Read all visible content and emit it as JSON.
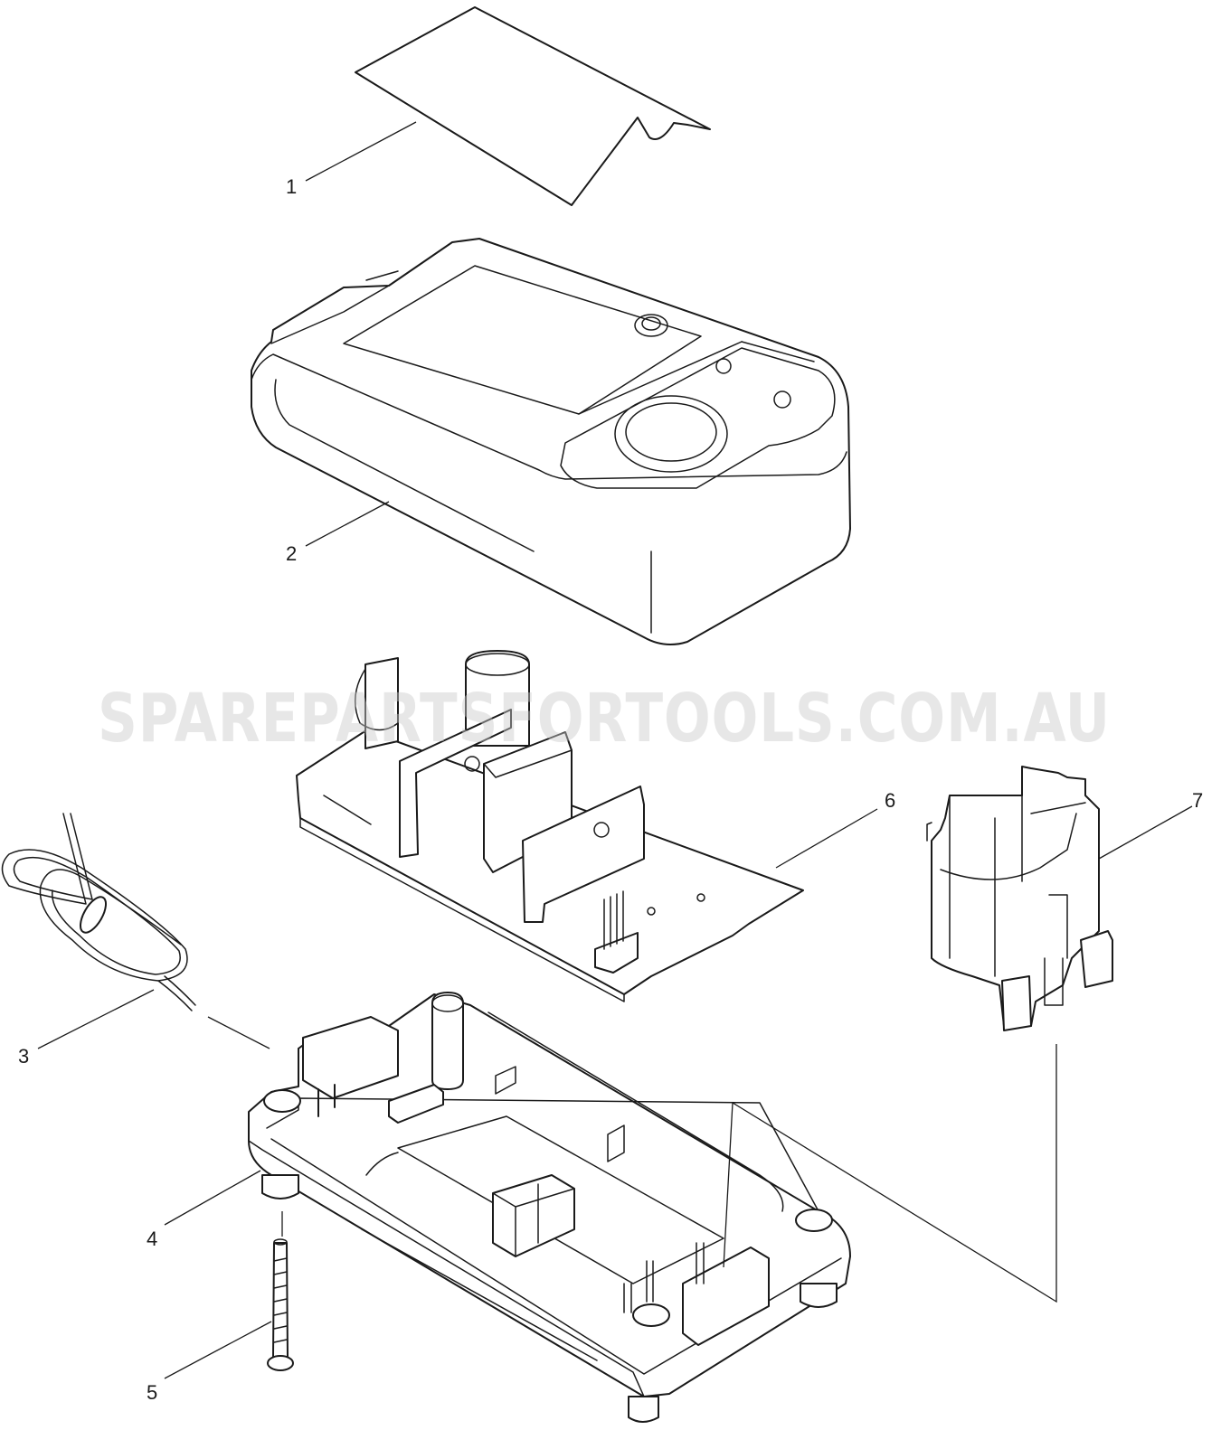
{
  "watermark": "SPAREPARTSFORTOOLS.COM.AU",
  "callouts": [
    {
      "id": "1",
      "label": "1"
    },
    {
      "id": "2",
      "label": "2"
    },
    {
      "id": "3",
      "label": "3"
    },
    {
      "id": "4",
      "label": "4"
    },
    {
      "id": "5",
      "label": "5"
    },
    {
      "id": "6",
      "label": "6"
    },
    {
      "id": "7",
      "label": "7"
    }
  ],
  "parts": [
    {
      "callout": "1",
      "icon": "label-plate-icon"
    },
    {
      "callout": "2",
      "icon": "charger-top-housing-icon"
    },
    {
      "callout": "3",
      "icon": "power-cord-icon"
    },
    {
      "callout": "4",
      "icon": "charger-base-housing-icon"
    },
    {
      "callout": "5",
      "icon": "tapping-screw-icon"
    },
    {
      "callout": "6",
      "icon": "circuit-board-icon"
    },
    {
      "callout": "7",
      "icon": "battery-terminal-holder-icon"
    }
  ]
}
